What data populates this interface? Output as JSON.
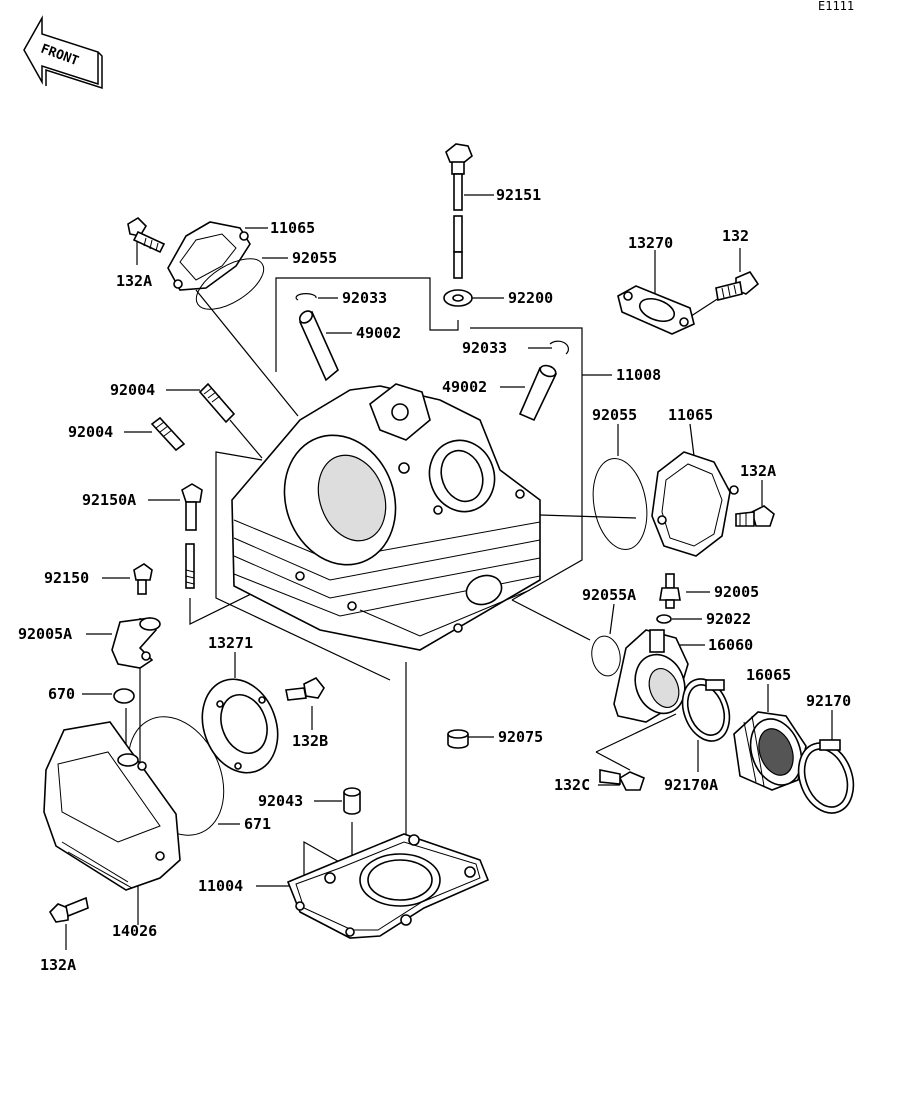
{
  "diagram": {
    "code": "E1111",
    "front_label": "FRONT",
    "labels": {
      "p92151": "92151",
      "p11065_top": "11065",
      "p92055_top": "92055",
      "p132A_top": "132A",
      "p13270": "13270",
      "p132": "132",
      "p92033_a": "92033",
      "p92200": "92200",
      "p49002_a": "49002",
      "p92033_b": "92033",
      "p11008": "11008",
      "p49002_b": "49002",
      "p92004_a": "92004",
      "p92004_b": "92004",
      "p92055_right": "92055",
      "p11065_right": "11065",
      "p132A_right": "132A",
      "p92150A": "92150A",
      "p92150": "92150",
      "p92005_right": "92005",
      "p92005A": "92005A",
      "p92055A": "92055A",
      "p92022": "92022",
      "p13271": "13271",
      "p16060": "16060",
      "p16065": "16065",
      "p92170": "92170",
      "p670": "670",
      "p132B": "132B",
      "p92075": "92075",
      "p92043": "92043",
      "p132C": "132C",
      "p92170A": "92170A",
      "p671": "671",
      "p11004": "11004",
      "p14026": "14026",
      "p132A_bottom": "132A"
    }
  }
}
